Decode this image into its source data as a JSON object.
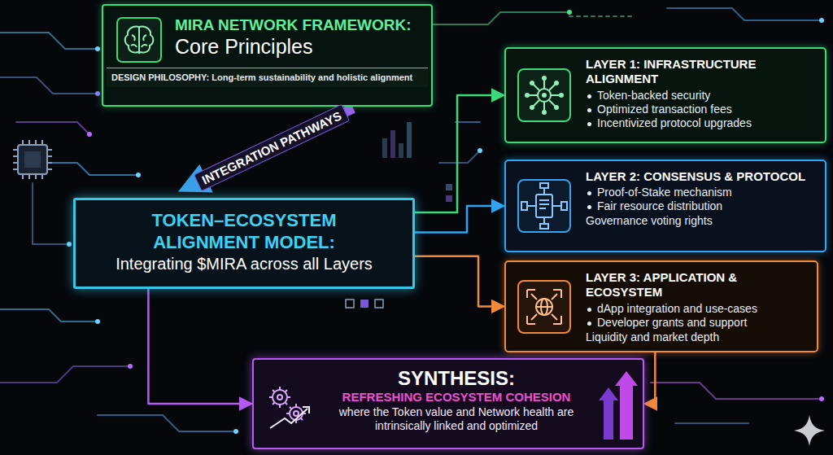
{
  "diagram": {
    "nodes": [
      {
        "text": [
          "MIRA NETWORK FRAMEWORK:",
          "Core Principles",
          "DESIGN PHILOSOPHY: Long-term sustainability and holistic alignment"
        ]
      },
      {
        "text": [
          "TOKEN–ECOSYSTEM ALIGNMENT MODEL:",
          "Integrating $MIRA across all Layers"
        ]
      },
      {
        "text": [
          "LAYER 1: INFRASTRUCTURE ALIGNMENT",
          "Token-backed security",
          "Optimized transaction fees",
          "Incentivized protocol upgrades"
        ]
      },
      {
        "text": [
          "LAYER 2: CONSENSUS & PROTOCOL",
          "Proof-of-Stake mechanism",
          "Fair resource distribution",
          "Governance voting rights"
        ]
      },
      {
        "text": [
          "LAYER 3: APPLICATION & ECOSYSTEM",
          "dApp integration and use-cases",
          "Developer grants and support",
          "Liquidity and market depth"
        ]
      },
      {
        "text": [
          "SYNTHESIS:",
          "REFRESHING ECOSYSTEM COHESION",
          "where the Token value and Network health are intrinsically linked and optimized"
        ]
      }
    ],
    "edges": [
      {
        "from": 0,
        "to": 1,
        "label": "INTEGRATION PATHWAYS",
        "arrow": "to"
      },
      {
        "from": 1,
        "to": 2,
        "arrow": "to"
      },
      {
        "from": 1,
        "to": 3,
        "arrow": "to"
      },
      {
        "from": 1,
        "to": 4,
        "arrow": "to"
      },
      {
        "from": 1,
        "to": 5,
        "arrow": "to"
      },
      {
        "from": 4,
        "to": 5,
        "arrow": "to"
      }
    ]
  }
}
